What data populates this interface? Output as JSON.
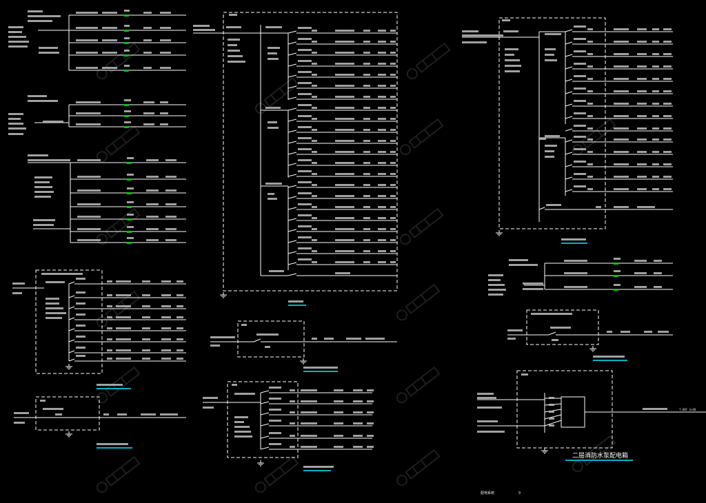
{
  "colors": {
    "background": "#000000",
    "line": "#ffffff",
    "text": "#e8e8e8",
    "breaker": "#00c800",
    "underline": "#00b4c8",
    "watermark": "#3a3a3a"
  },
  "watermark_icon": "watermark-logo-icon",
  "panel_titles": [
    "二层消防水泵配电箱"
  ],
  "footer": {
    "left": "配电系统",
    "right": "9"
  },
  "annotations": {
    "right_tail": "T.08F  3×4B"
  }
}
